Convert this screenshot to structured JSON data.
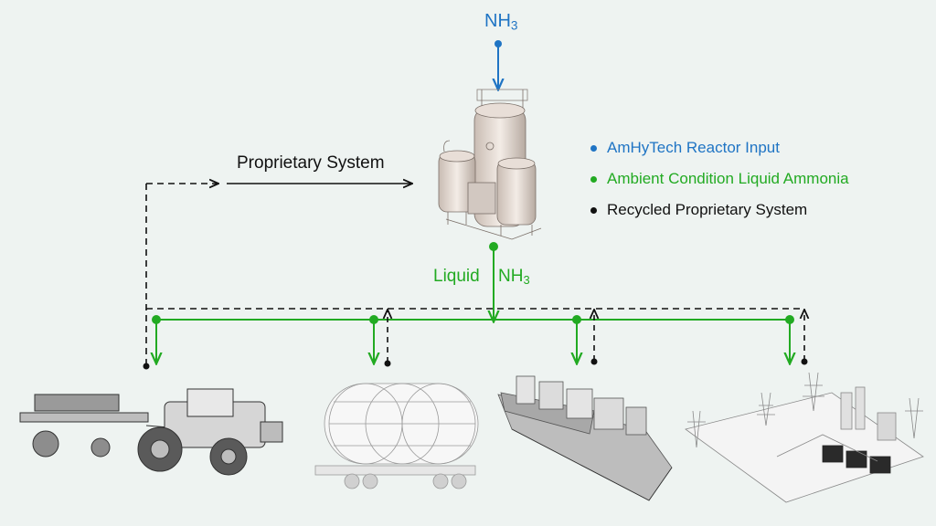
{
  "colors": {
    "blue": "#1f74c4",
    "green": "#22aa22",
    "black": "#111111",
    "background": "#eef3f1"
  },
  "labels": {
    "nh3_top": {
      "main": "NH",
      "sub": "3"
    },
    "liquid": "Liquid",
    "liquid_nh3": {
      "main": "NH",
      "sub": "3"
    },
    "proprietary_system": "Proprietary System"
  },
  "legend": [
    {
      "label": "AmHyTech Reactor Input",
      "color": "#1f74c4"
    },
    {
      "label": "Ambient Condition Liquid Ammonia",
      "color": "#22aa22"
    },
    {
      "label": "Recycled Proprietary System",
      "color": "#111111"
    }
  ],
  "icons": {
    "reactor": "reactor-tanks-icon",
    "tractor": "tractor-seeder-icon",
    "railcar": "tank-railcar-icon",
    "ship": "container-ship-icon",
    "plant": "power-plant-icon"
  }
}
